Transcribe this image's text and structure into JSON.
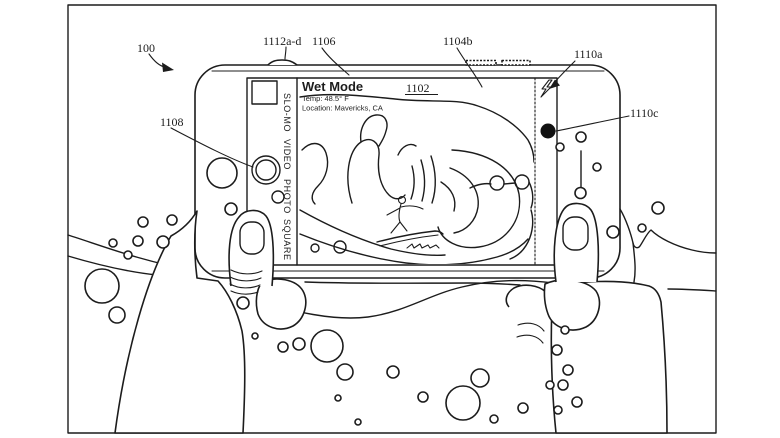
{
  "figure_refs": {
    "r100": "100",
    "r1112ad": "1112a-d",
    "r1106": "1106",
    "r1104b": "1104b",
    "r1110a": "1110a",
    "r1110c": "1110c",
    "r1108": "1108",
    "r1102": "1102"
  },
  "camera_ui": {
    "banner": {
      "title": "Wet Mode",
      "temperature": "Temp: 48.5° F",
      "location": "Location: Mavericks, CA"
    },
    "modes": [
      "SLO-MO",
      "VIDEO",
      "PHOTO",
      "SQUARE"
    ],
    "icons": {
      "flash": "flash-bolt",
      "capture_dot": "filled-circle-indicator",
      "thumbnail": "last-photo-thumbnail",
      "shutter": "shutter-button",
      "flip": "camera-flip-button",
      "slider": "edge-slider"
    }
  },
  "colors": {
    "ink": "#1c1c1c",
    "background": "#ffffff",
    "capture_dot": "#111111"
  }
}
